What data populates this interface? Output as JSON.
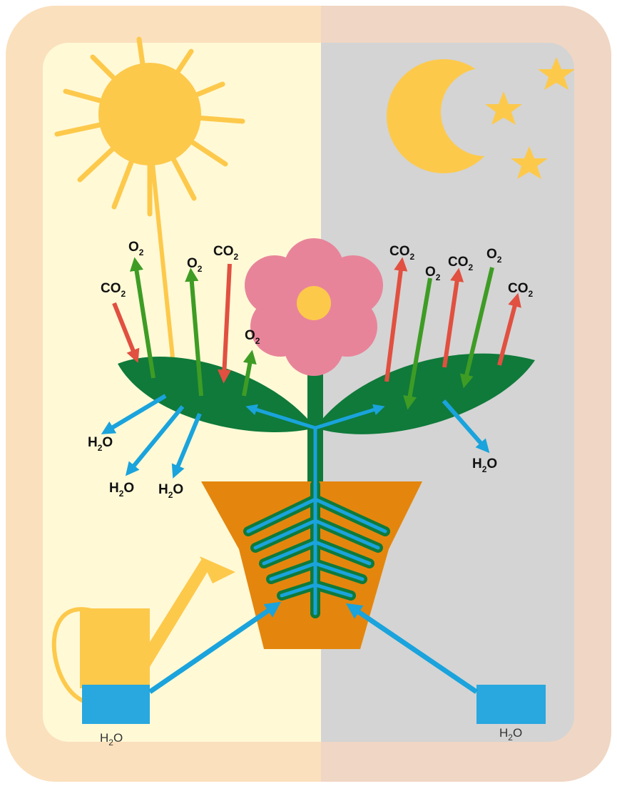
{
  "labels": {
    "o2_main": "O",
    "o2_sub": "2",
    "co2_main": "CO",
    "co2_sub": "2",
    "h2o_h": "H",
    "h2o_sub": "2",
    "h2o_o": "O"
  },
  "colors": {
    "day_bg": "#fff9d6",
    "night_bg": "#d4d4d4",
    "frame": "#fbe0bd",
    "sun": "#fdc94b",
    "moon": "#fdc94b",
    "o2_arrow": "#3e9c25",
    "co2_arrow": "#e15040",
    "water_arrow": "#1aa3dc",
    "sunlight_arrow": "#fdc94b",
    "leaf": "#0f7a3a",
    "flower": "#e8849a",
    "flower_center": "#fdc94b",
    "pot": "#e4860d",
    "water": "#29a7df"
  },
  "icons": [
    "sun-icon",
    "moon-icon",
    "star-icon",
    "flower-icon",
    "pot-icon",
    "watering-can-icon"
  ]
}
